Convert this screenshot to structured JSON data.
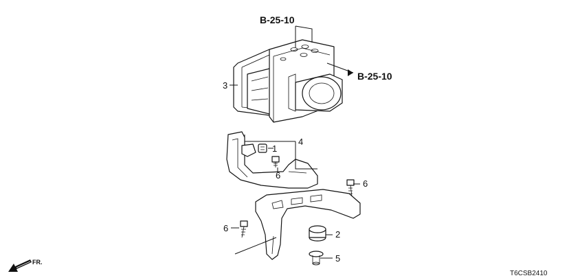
{
  "diagram": {
    "references": [
      {
        "id": "ref-top",
        "label": "B-25-10"
      },
      {
        "id": "ref-right",
        "label": "B-25-10"
      }
    ],
    "callouts": [
      "1",
      "2",
      "3",
      "4",
      "5",
      "6",
      "6",
      "6"
    ],
    "direction_label": "FR.",
    "drawing_code": "T6CSB2410"
  }
}
